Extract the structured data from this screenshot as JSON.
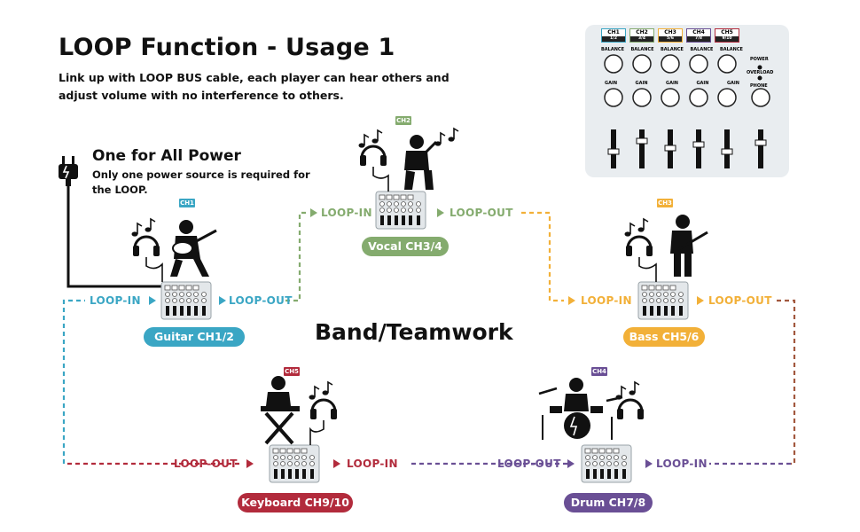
{
  "header": {
    "title": "LOOP Function - Usage 1",
    "subtitle": "Link up with LOOP BUS cable, each player can hear others and adjust volume with no interference  to others."
  },
  "power": {
    "title": "One for All Power",
    "text": "Only one power source is required for the LOOP."
  },
  "center_text": "Band/Teamwork",
  "loop_labels": {
    "in": "LOOP-IN",
    "out": "LOOP-OUT"
  },
  "colors": {
    "guitar": "#3aa6c4",
    "vocal": "#84ab6e",
    "bass": "#f2b038",
    "drum": "#6a4f95",
    "keyboard": "#b22b3c",
    "text": "#111111",
    "panel": "#e9edf0"
  },
  "players": {
    "guitar": {
      "badge": "CH1",
      "name": "Guitar CH1/2",
      "icon": "guitar-player-icon"
    },
    "vocal": {
      "badge": "CH2",
      "name": "Vocal CH3/4",
      "icon": "singer-icon"
    },
    "bass": {
      "badge": "CH3",
      "name": "Bass CH5/6",
      "icon": "bass-player-icon"
    },
    "drum": {
      "badge": "CH4",
      "name": "Drum CH7/8",
      "icon": "drummer-icon"
    },
    "keyboard": {
      "badge": "CH5",
      "name": "Keyboard CH9/10",
      "icon": "keyboard-player-icon"
    }
  },
  "mixer_panel": {
    "channels": [
      "CH1",
      "CH2",
      "CH3",
      "CH4",
      "CH5"
    ],
    "channel_levels": [
      "1/2",
      "3/4",
      "5/6",
      "7/8",
      "9/10"
    ],
    "row1_label": "BALANCE",
    "row2_label": "GAIN",
    "power_label": "POWER",
    "overload_label": "OVERLOAD",
    "phone_label": "PHONE"
  }
}
